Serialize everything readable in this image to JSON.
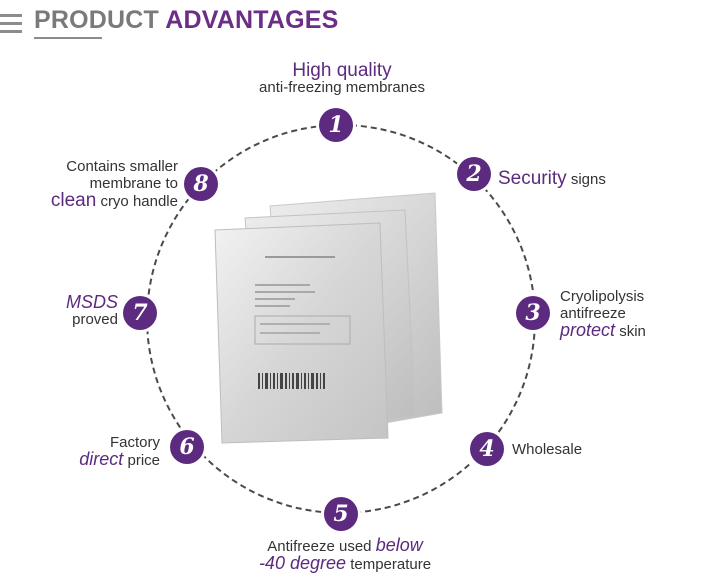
{
  "header": {
    "title_part1": "PRODUCT",
    "title_part2": "ADVANTAGES"
  },
  "accent_color": "#5c2a7e",
  "features": [
    {
      "num": "1",
      "l1": "High quality",
      "l2": "anti-freezing membranes"
    },
    {
      "num": "2",
      "hl": "Security",
      "rest": "signs"
    },
    {
      "num": "3",
      "l1": "Cryolipolysis",
      "l2": "antifreeze",
      "hl": "protect",
      "rest": "skin"
    },
    {
      "num": "4",
      "l1": "Wholesale"
    },
    {
      "num": "5",
      "l1a": "Antifreeze used",
      "hl1": "below",
      "hl2": "-40 degree",
      "rest": "temperature"
    },
    {
      "num": "6",
      "l1": "Factory",
      "hl": "direct",
      "rest": "price"
    },
    {
      "num": "7",
      "hl": "MSDS",
      "rest": "proved"
    },
    {
      "num": "8",
      "l1": "Contains smaller",
      "l2": "membrane to",
      "hl": "clean",
      "rest": "cryo handle"
    }
  ]
}
